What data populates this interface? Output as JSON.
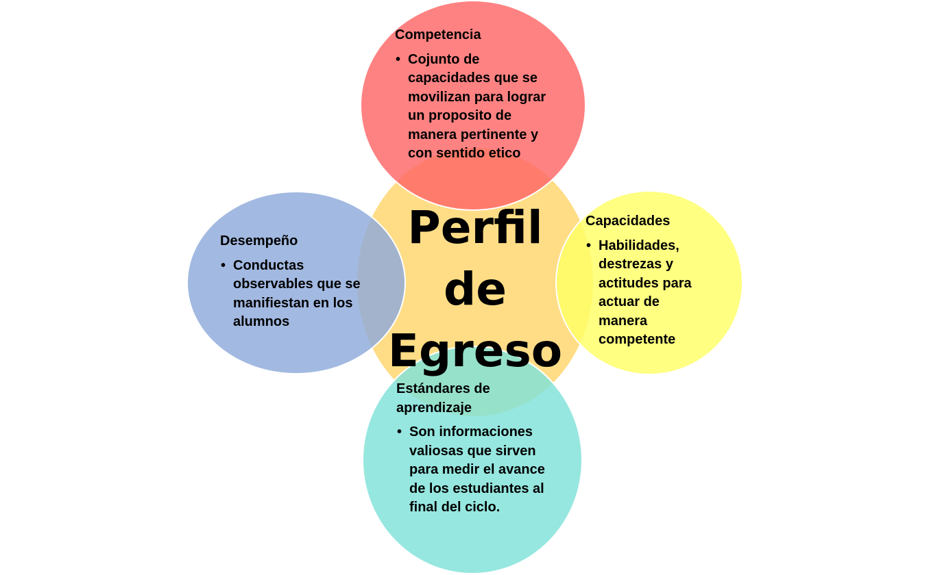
{
  "colors": {
    "center": "#ffdb7f",
    "competencia": "#ff6666",
    "desempeno": "#8ea9db",
    "capacidades": "#ffff66",
    "estandares": "#7fe2d9"
  },
  "center": {
    "lines": [
      "Perfil",
      "de",
      "Egreso"
    ]
  },
  "nodes": {
    "competencia": {
      "heading": "Competencia",
      "bullet": "Cojunto de capacidades que se movilizan para lograr un proposito de manera pertinente y con sentido etico"
    },
    "desempeno": {
      "heading": "Desempeño",
      "bullet": "Conductas observables que se manifiestan en los alumnos"
    },
    "capacidades": {
      "heading": "Capacidades",
      "bullet": "Habilidades, destrezas y actitudes para actuar de manera competente"
    },
    "estandares": {
      "heading": "Estándares de aprendizaje",
      "bullet": "Son informaciones valiosas que sirven para medir el avance de los estudiantes al final del ciclo."
    }
  }
}
